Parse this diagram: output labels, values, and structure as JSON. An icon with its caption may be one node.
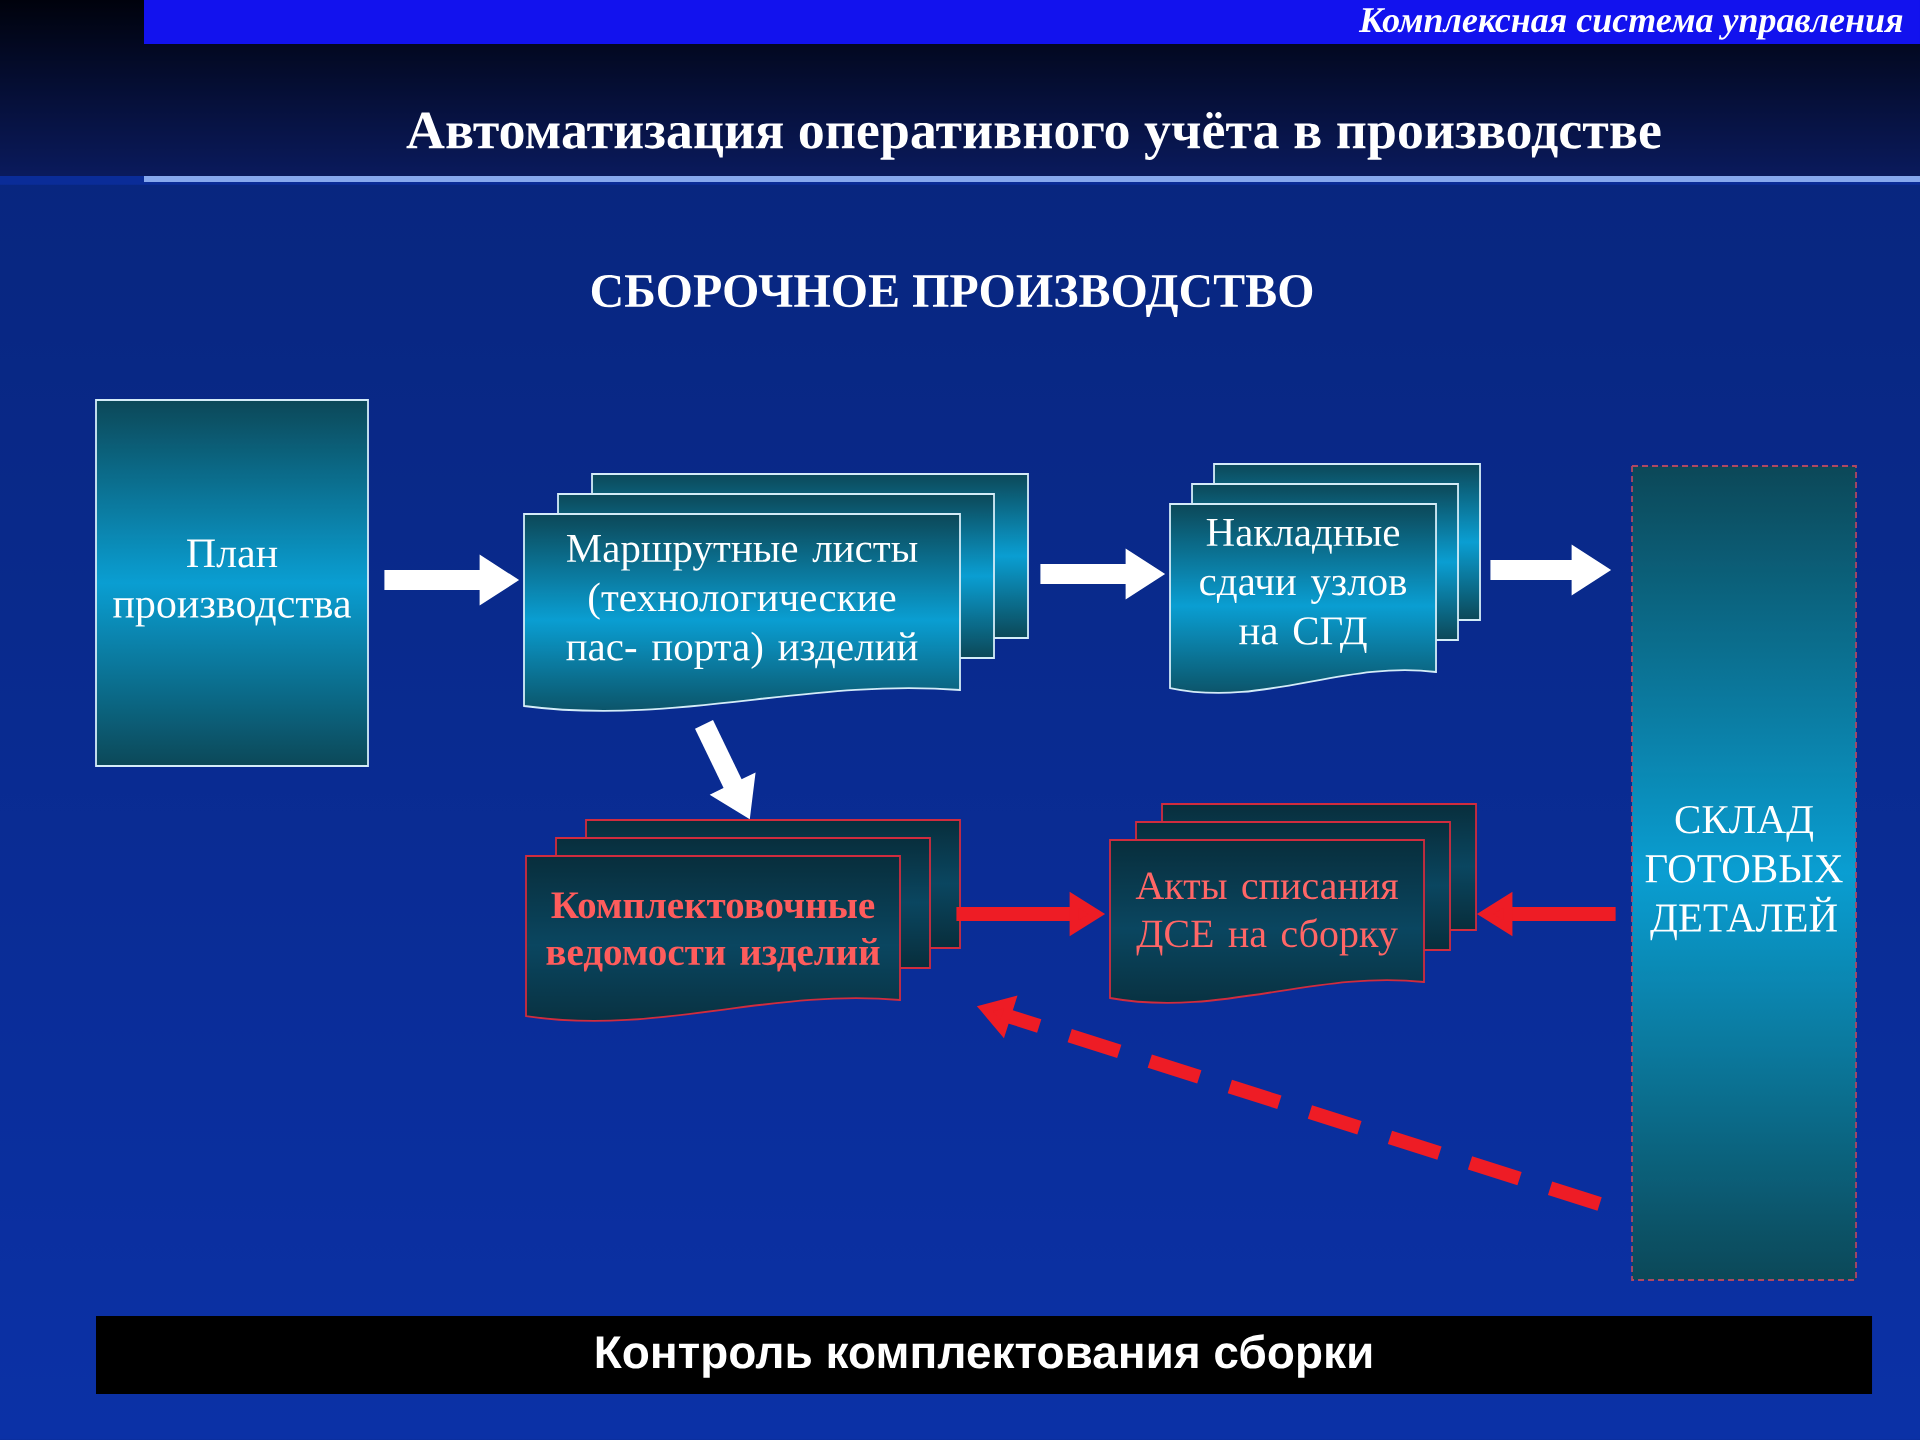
{
  "diagram": {
    "title": "Автоматизация оперативного учёта в производстве",
    "nodes": [
      {
        "text": [
          "План производства"
        ]
      },
      {
        "text": [
          "Маршрутные листы (технологические пас- порта) изделий"
        ]
      },
      {
        "text": [
          "Накладные сдачи узлов на СГД"
        ]
      },
      {
        "text": [
          "СКЛАД ГОТОВЫХ ДЕТАЛЕЙ"
        ]
      },
      {
        "text": [
          "Комплектовочные ведомости изделий"
        ]
      },
      {
        "text": [
          "Акты списания ДСЕ на сборку"
        ]
      }
    ],
    "edges": [
      {
        "from": 0,
        "to": 1,
        "arrow": "to"
      },
      {
        "from": 1,
        "to": 2,
        "arrow": "to"
      },
      {
        "from": 2,
        "to": 3,
        "arrow": "to"
      },
      {
        "from": 1,
        "to": 4,
        "arrow": "to"
      },
      {
        "from": 4,
        "to": 5,
        "arrow": "to",
        "color": "#ee1c25"
      },
      {
        "from": 3,
        "to": 5,
        "arrow": "to",
        "color": "#ee1c25"
      },
      {
        "from": 3,
        "to": 4,
        "arrow": "to",
        "style": "dashed",
        "color": "#ee1c25"
      }
    ],
    "labels": [
      "Комплексная система управления",
      "СБОРОЧНОЕ ПРОИЗВОДСТВО"
    ],
    "caption": "Контроль комплектования сборки"
  }
}
